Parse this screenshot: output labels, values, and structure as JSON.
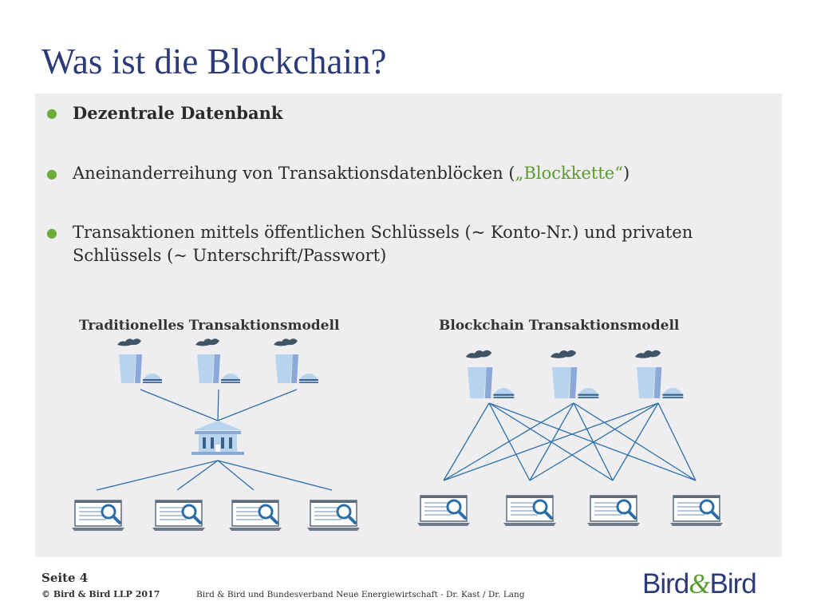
{
  "slide": {
    "title": "Was ist die Blockchain?"
  },
  "bullets": [
    {
      "text": "Dezentrale Datenbank"
    },
    {
      "text_before": "Aneinanderreihung von Transaktionsdatenblöcken (",
      "text_highlight": "„Blockkette“",
      "text_after": ")"
    },
    {
      "text": "Transaktionen mittels öffentlichen Schlüssels (~ Konto-Nr.) und privaten Schlüssels (~ Unterschrift/Passwort)"
    }
  ],
  "bullet_glyph": "●",
  "diagram": {
    "left_title": "Traditionelles Transaktionsmodell",
    "right_title": "Blockchain Transaktionsmodell",
    "icons": {
      "node": "power-plant-icon",
      "hub": "bank-icon",
      "client": "laptop-search-icon"
    },
    "colors": {
      "line": "#2c6ea8",
      "icon_light": "#b8d3ee",
      "icon_mid": "#8aa9d8",
      "icon_dark": "#3b5f86",
      "smoke": "#3f5466"
    }
  },
  "footer": {
    "page_label": "Seite 4",
    "copyright": "© Bird & Bird LLP 2017",
    "note": "Bird & Bird und Bundesverband Neue Energiewirtschaft - Dr. Kast / Dr. Lang"
  },
  "logo": {
    "part1": "Bird",
    "amp": "&",
    "part2": "Bird"
  },
  "colors": {
    "title": "#2b3a78",
    "accent_green": "#5a9a2e",
    "panel_bg": "#eeeef1"
  }
}
